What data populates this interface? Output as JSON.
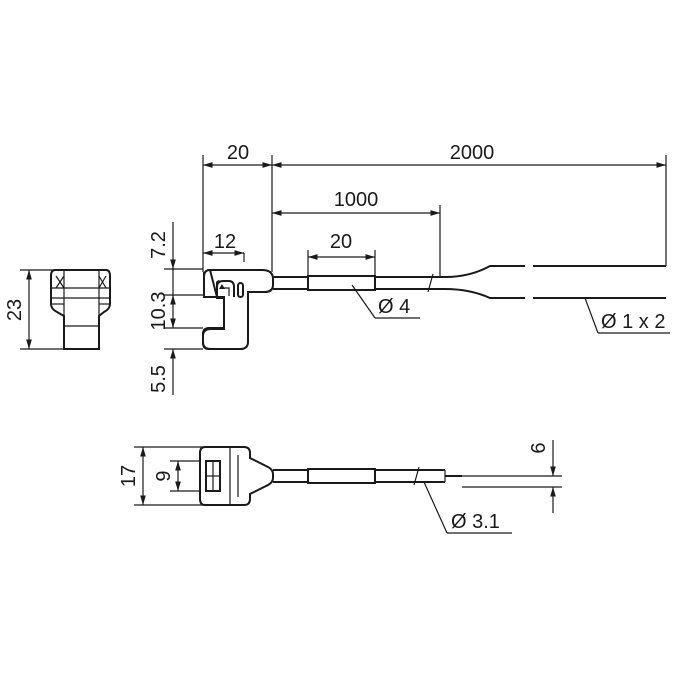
{
  "dimensions": {
    "top_width": "20",
    "cable_length": "2000",
    "sleeve_position": "1000",
    "sleeve_length": "20",
    "hook_width": "12",
    "top_offset": "7.2",
    "hook_gap": "10.3",
    "bottom_offset": "5.5",
    "overall_height": "23",
    "cable_diameter": "Ø 4",
    "wire_diameter": "Ø 1 x 2",
    "bottom_height": "17",
    "bottom_inner": "9",
    "lead_offset": "6",
    "bottom_cable_diameter": "Ø 3.1"
  },
  "colors": {
    "line": "#1a1a1a",
    "background": "#ffffff"
  }
}
